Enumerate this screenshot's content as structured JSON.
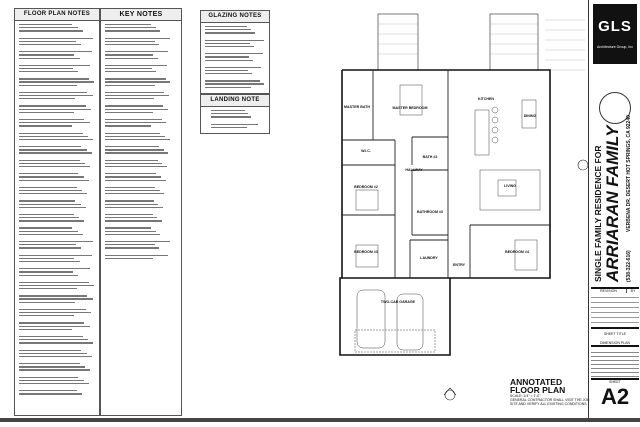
{
  "notes": {
    "floor_plan_notes_title": "FLOOR PLAN NOTES",
    "key_notes_title": "KEY NOTES",
    "glazing_notes_title": "GLAZING NOTES",
    "landing_note_title": "LANDING NOTE"
  },
  "plan": {
    "rooms": {
      "master_bath": "MASTER BATH",
      "master_bedroom": "MASTER BEDROOM",
      "kitchen": "KITCHEN",
      "dining": "DINING",
      "wic": "W.I.C.",
      "bath2": "BATH #2",
      "hallway": "HALLWAY",
      "living": "LIVING",
      "bedroom2": "BEDROOM #2",
      "bathroom3": "BATHROOM #3",
      "bedroom3": "BEDROOM #3",
      "laundry": "LAUNDRY",
      "entry": "ENTRY",
      "bedroom4": "BEDROOM #4",
      "garage": "TWO-CAR GARAGE"
    },
    "title_line1": "ANNOTATED",
    "title_line2": "FLOOR PLAN",
    "scale": "SCALE: 1/4\" = 1'-0\"",
    "note": "GENERAL CONTRACTOR SHALL VISIT THE JOB SITE AND VERIFY ALL EXISTING CONDITIONS"
  },
  "title_block": {
    "logo": "GLS",
    "logo_sub": "Architecture Group, Inc",
    "project_line": "SINGLE FAMILY RESIDENCE FOR",
    "client": "ARRIARAN FAMILY",
    "apn": "(538-322-616)",
    "address": "VERBENA DR.  DESERT HOT SPRINGS, CA 92240",
    "revision_label": "REVISION",
    "by_label": "BY",
    "sheet_title_label": "SHEET TITLE",
    "sheet_title": "DIMENSION PLAN",
    "sheet_label": "SHEET",
    "sheet_number": "A2"
  }
}
